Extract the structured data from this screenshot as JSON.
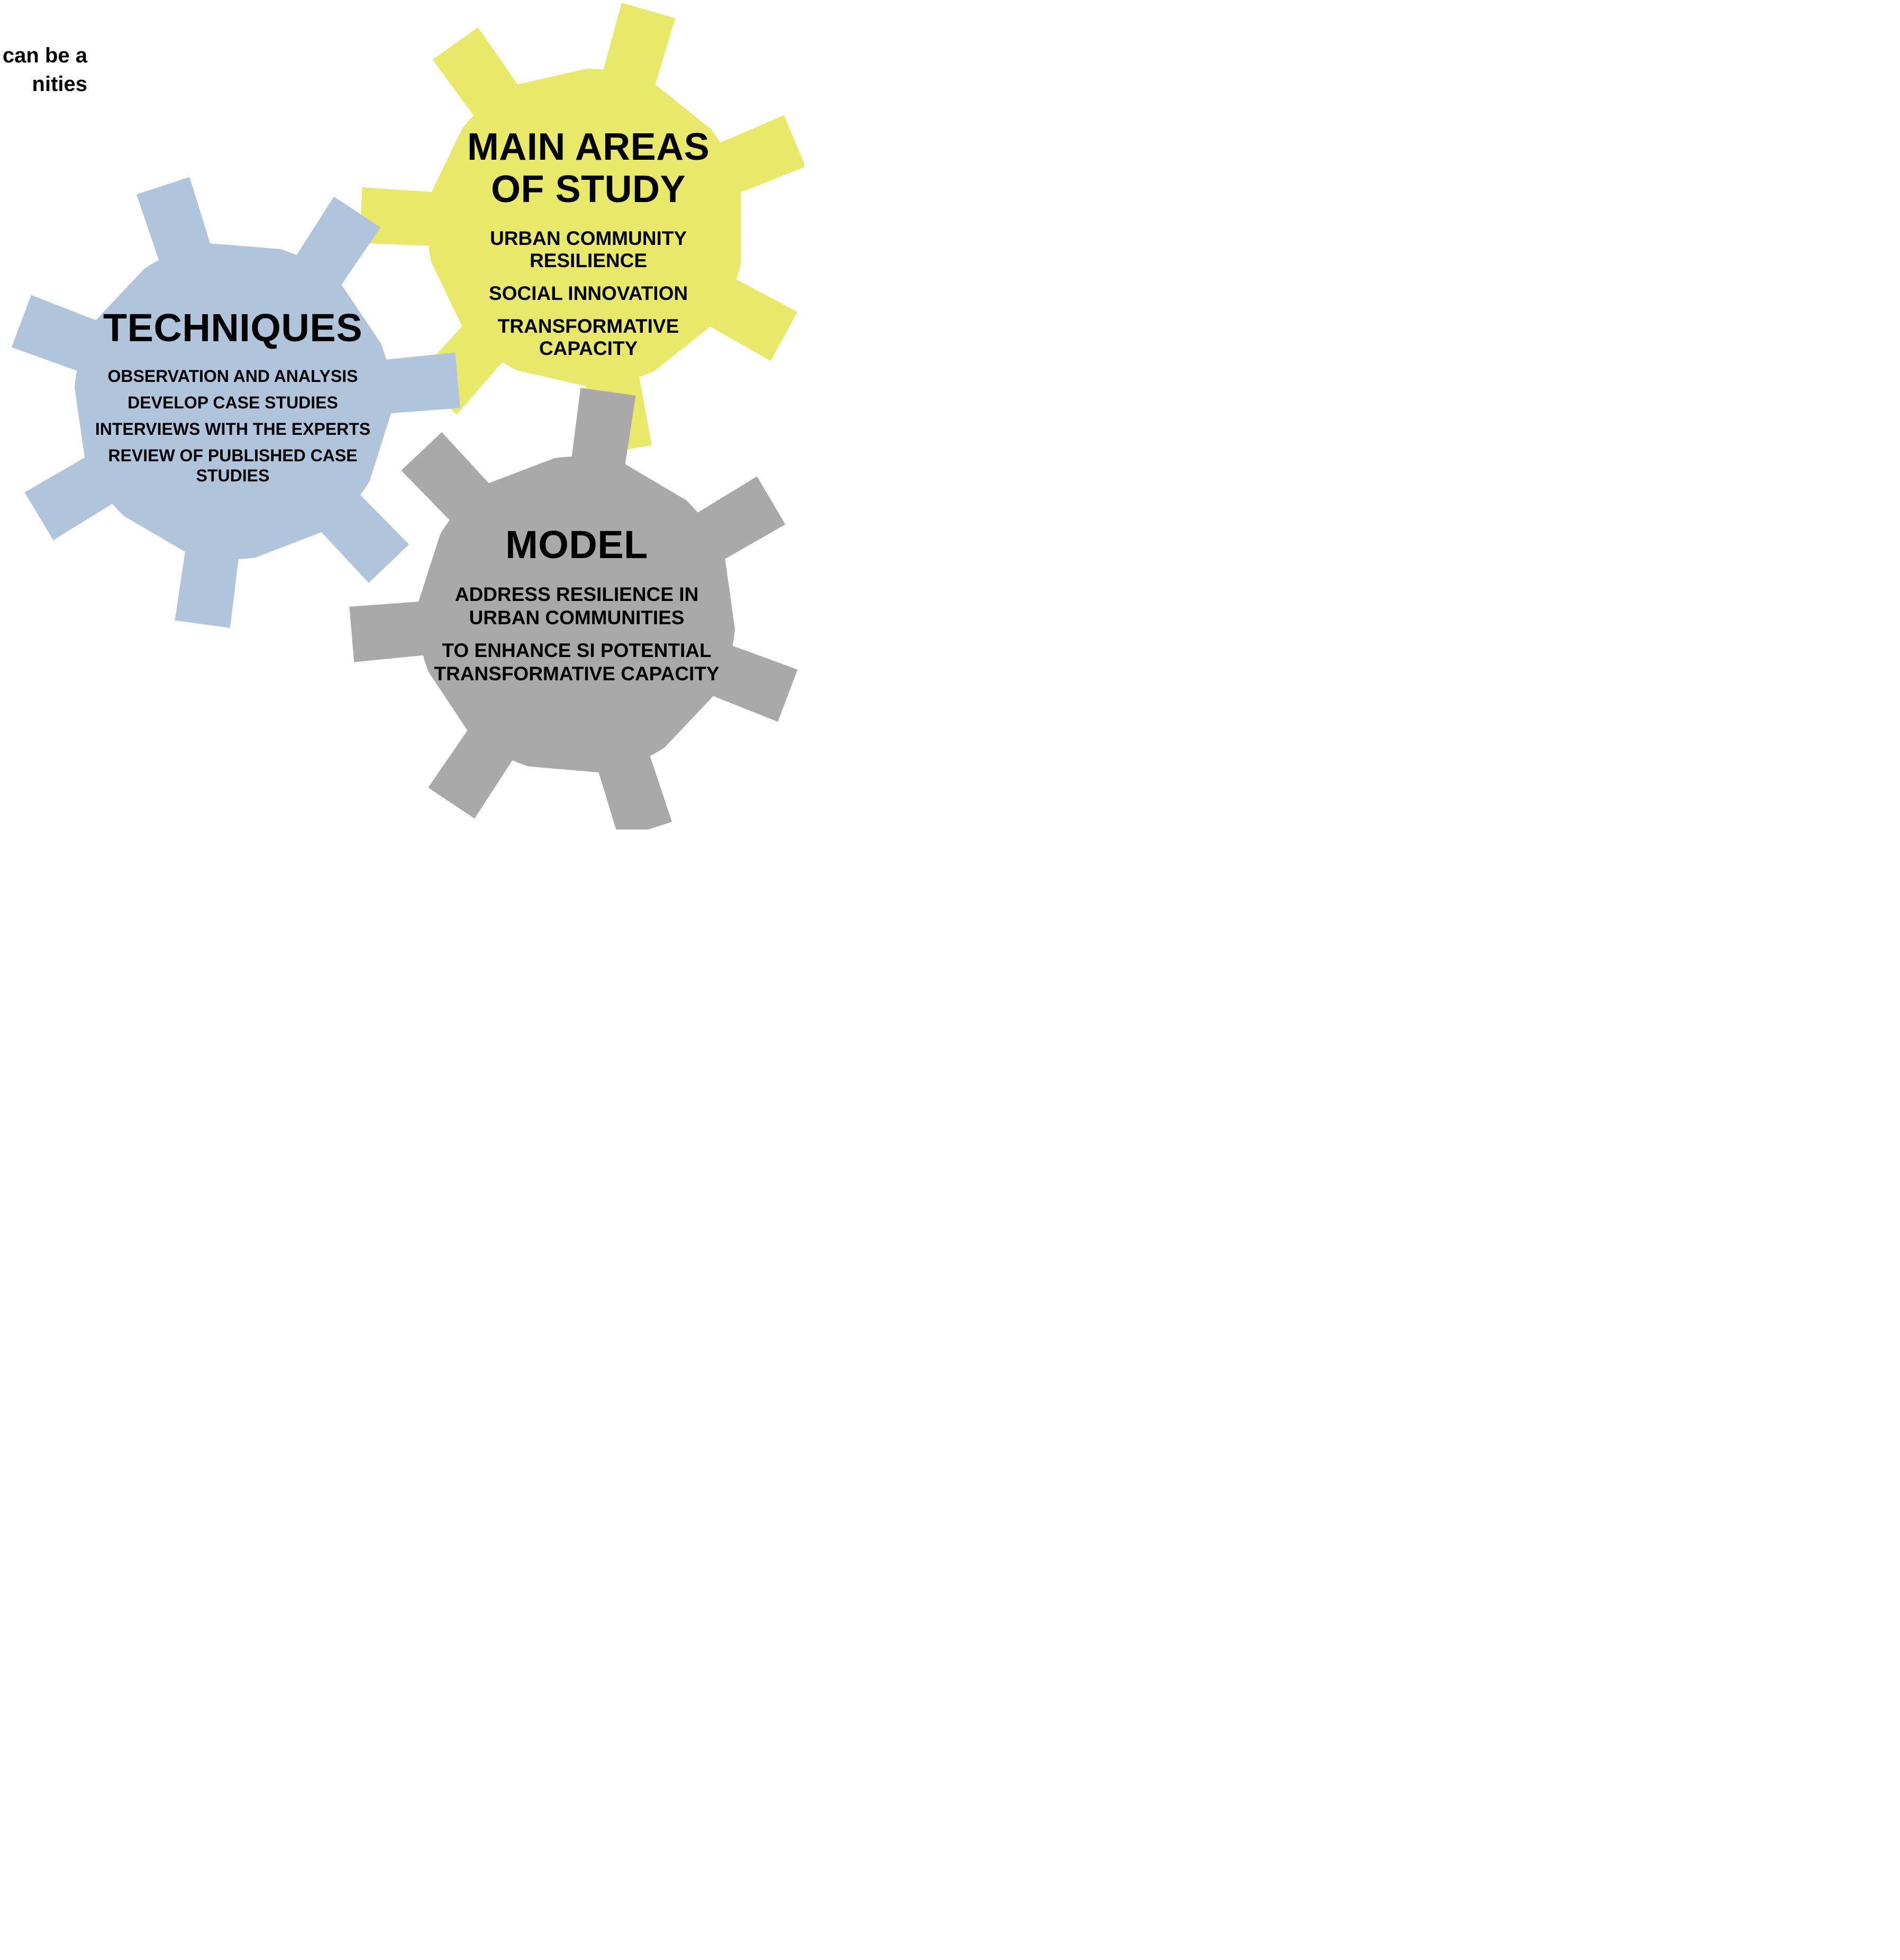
{
  "caption": {
    "lines": [
      "can be a",
      "nities"
    ]
  },
  "gears": {
    "techniques": {
      "title": "TECHNIQUES",
      "color": "#b0c4dc",
      "items": [
        "OBSERVATION AND ANALYSIS",
        "DEVELOP CASE STUDIES",
        "INTERVIEWS WITH THE EXPERTS",
        "REVIEW OF PUBLISHED CASE STUDIES"
      ]
    },
    "main_areas": {
      "title": "MAIN AREAS OF STUDY",
      "color": "#e8e86a",
      "items": [
        "URBAN COMMUNITY RESILIENCE",
        "SOCIAL INNOVATION",
        "TRANSFORMATIVE CAPACITY"
      ]
    },
    "model": {
      "title": "MODEL",
      "color": "#a9a9a9",
      "items": [
        "ADDRESS RESILIENCE IN URBAN COMMUNITIES",
        "TO ENHANCE SI POTENTIAL TRANSFORMATIVE CAPACITY"
      ]
    }
  }
}
